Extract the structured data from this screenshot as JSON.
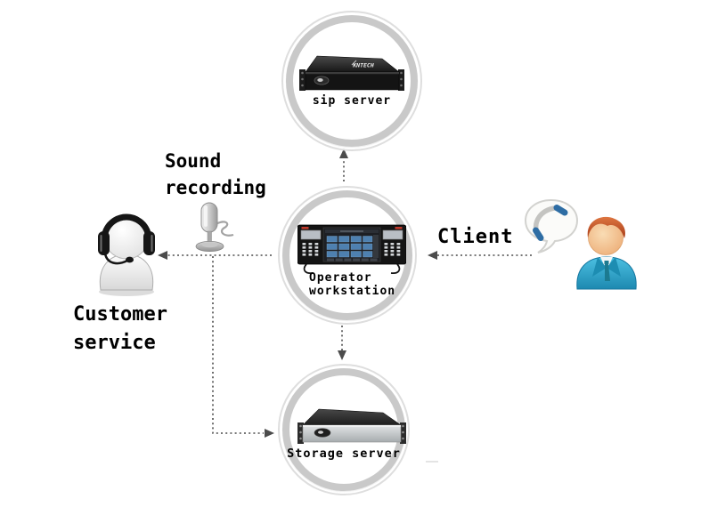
{
  "nodes": {
    "sip_server": {
      "label": "sip server",
      "brand": "KNTECH",
      "icon": "rack-server-icon"
    },
    "operator_workstation": {
      "label_line1": "Operator",
      "label_line2": "workstation",
      "icon": "operator-console-icon"
    },
    "storage_server": {
      "label": "Storage server",
      "icon": "rack-server-icon"
    },
    "customer_service": {
      "label_line1": "Customer",
      "label_line2": "service",
      "icon": "support-agent-icon"
    },
    "sound_recording": {
      "label_line1": "Sound",
      "label_line2": "recording",
      "icon": "microphone-icon"
    },
    "client": {
      "label": "Client",
      "icon": "businessman-icon",
      "bubble_icon": "phone-handset-icon"
    }
  },
  "connections": [
    {
      "from": "operator-workstation",
      "to": "sip-server",
      "style": "dotted",
      "arrow": "up"
    },
    {
      "from": "operator-workstation",
      "to": "storage-server",
      "style": "dotted",
      "arrow": "down"
    },
    {
      "from": "operator-workstation",
      "to": "customer-service",
      "style": "dotted",
      "arrow": "left"
    },
    {
      "from": "client",
      "to": "operator-workstation",
      "style": "dotted",
      "arrow": "left"
    },
    {
      "from": "sound-recording",
      "to": "storage-server",
      "style": "dotted",
      "arrow": "right",
      "path": "down-then-right"
    }
  ],
  "colors": {
    "ring_inner": "#c9c9c9",
    "ring_outer": "#dedede",
    "arrow": "#4c4c4c",
    "label_text": "#000000",
    "server_front_dark": "#141414",
    "server_front_silver": "#c3c7ca",
    "console_button_blue": "#4e80b0",
    "console_key_gray": "#d3d6d9",
    "suit_blue": "#2aa7cf",
    "hair_orange": "#c2562e",
    "skin": "#f3c99d",
    "tie_teal": "#1c7a90",
    "handset_blue": "#2e6da4",
    "brand_red": "#c0392b"
  }
}
